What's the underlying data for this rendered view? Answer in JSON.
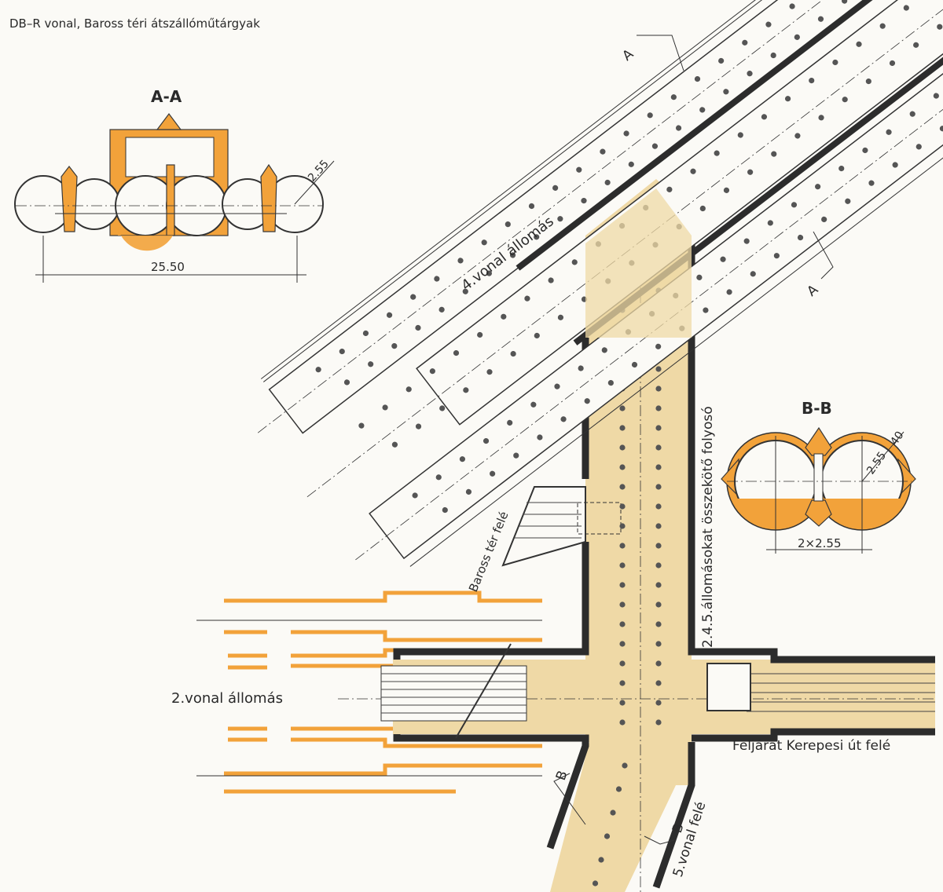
{
  "title": "DB–R vonal,  Baross téri  átszállóműtárgyak",
  "section_aa": {
    "label": "A-A",
    "width_dim": "25.50",
    "radius_dim": "2.55"
  },
  "section_bb": {
    "label": "B-B",
    "radius_dim": "2.55",
    "lining_dim": "40",
    "width_dim": "2×2.55"
  },
  "labels": {
    "line4_station": "4.vonal állomás",
    "line2_station": "2.vonal állomás",
    "corridor": "2.4.5.állomásokat összekötő folyosó",
    "baross_ter": "Baross tér felé",
    "kerepesi": "Feljárat Kerepesi út felé",
    "line5": "5.vonal felé"
  },
  "section_markers": {
    "a": "A",
    "b": "B"
  },
  "colors": {
    "orange": "#f2a23a",
    "beige": "#efd9a6",
    "wall": "#2c2c2c"
  }
}
